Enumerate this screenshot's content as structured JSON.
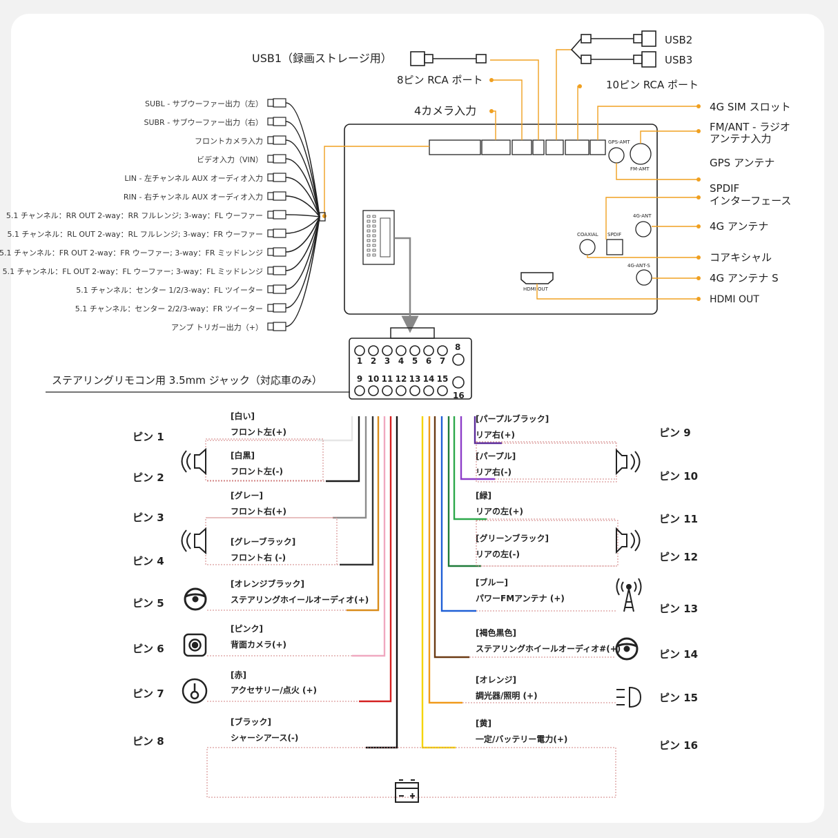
{
  "top": {
    "usb1": "USB1（録画ストレージ用）",
    "usb2": "USB2",
    "usb3": "USB3",
    "rca8": "8ピン RCA ポート",
    "rca10": "10ピン RCA ポート",
    "cam4": "4カメラ入力"
  },
  "right_labels": {
    "sim": "4G SIM スロット",
    "fm1": "FM/ANT - ラジオ",
    "fm2": "アンテナ入力",
    "gps": "GPS アンテナ",
    "spdif1": "SPDIF",
    "spdif2": "インターフェース",
    "ant4g": "4G アンテナ",
    "coax": "コアキシャル",
    "ant4gs": "4G アンテナ S",
    "hdmi": "HDMI OUT"
  },
  "unit_labels": {
    "gps_amt": "GPS-AMT",
    "fm_amt": "FM-AMT",
    "ant4g": "4G-ANT",
    "coaxial": "COAXIAL",
    "spdif": "SPDIF",
    "ant4gs": "4G-ANT-S",
    "hdmi_out": "HDMI OUT"
  },
  "left_rca": [
    "SUBL - サブウーファー出力（左）",
    "SUBR - サブウーファー出力（右）",
    "フロントカメラ入力",
    "ビデオ入力（VIN）",
    "LIN - 左チャンネル AUX オーディオ入力",
    "RIN - 右チャンネル AUX オーディオ入力",
    "5.1 チャンネル：RR OUT 2-way：RR フルレンジ; 3-way：FL ウーファー",
    "5.1 チャンネル：RL OUT 2-way：RL フルレンジ; 3-way：FR ウーファー",
    "5.1 チャンネル：FR OUT 2-way：FR ウーファー; 3-way：FR ミッドレンジ",
    "5.1 チャンネル：FL OUT 2-way：FL ウーファー; 3-way：FL ミッドレンジ",
    "5.1 チャンネル：センター 1/2/3-way：FL ツイーター",
    "5.1 チャンネル：センター 2/2/3-way：FR ツイーター",
    "アンプ トリガー出力（+）"
  ],
  "steering_jack": "ステアリングリモコン用 3.5mm ジャック（対応車のみ）",
  "connector_top_nums": [
    "1",
    "2",
    "3",
    "4",
    "5",
    "6",
    "7",
    "8"
  ],
  "connector_bot_nums": [
    "9",
    "10",
    "11",
    "12",
    "13",
    "14",
    "15",
    "16"
  ],
  "pins_left": [
    {
      "pin": "ピン 1",
      "title": "[白い]",
      "desc": "フロント左(+)",
      "color": "#e6e6e6"
    },
    {
      "pin": "ピン 2",
      "title": "[白黒]",
      "desc": "フロント左(-)",
      "color": "#1a1a1a"
    },
    {
      "pin": "ピン 3",
      "title": "[グレー]",
      "desc": "フロント右(+)",
      "color": "#8c8c8c"
    },
    {
      "pin": "ピン 4",
      "title": "[グレーブラック]",
      "desc": "フロント右 (-)",
      "color": "#333333"
    },
    {
      "pin": "ピン 5",
      "title": "[オレンジブラック]",
      "desc": "ステアリングホイールオーディオ(+)",
      "color": "#d98c1a"
    },
    {
      "pin": "ピン 6",
      "title": "[ピンク]",
      "desc": "背面カメラ(+)",
      "color": "#f0a8c0"
    },
    {
      "pin": "ピン 7",
      "title": "[赤]",
      "desc": "アクセサリー/点火 (+)",
      "color": "#d42020"
    },
    {
      "pin": "ピン 8",
      "title": "[ブラック]",
      "desc": "シャーシアース(-)",
      "color": "#111111"
    }
  ],
  "pins_right": [
    {
      "pin": "ピン 9",
      "title": "[パープルブラック]",
      "desc": "リア右(+)",
      "color": "#5a2a9a"
    },
    {
      "pin": "ピン 10",
      "title": "[パープル]",
      "desc": "リア右(-)",
      "color": "#8c3cc8"
    },
    {
      "pin": "ピン 11",
      "title": "[緑]",
      "desc": "リアの左(+)",
      "color": "#2ca84a"
    },
    {
      "pin": "ピン 12",
      "title": "[グリーンブラック]",
      "desc": "リアの左(-)",
      "color": "#1e7a38"
    },
    {
      "pin": "ピン 13",
      "title": "[ブルー]",
      "desc": "パワーFMアンテナ (+)",
      "color": "#1f5fd6"
    },
    {
      "pin": "ピン 14",
      "title": "[褐色黒色]",
      "desc": "ステアリングホイールオーディオ#(+)",
      "color": "#6b3a12"
    },
    {
      "pin": "ピン 15",
      "title": "[オレンジ]",
      "desc": "調光器/照明 (+)",
      "color": "#f09a1a"
    },
    {
      "pin": "ピン 16",
      "title": "[黄]",
      "desc": "一定/バッテリー電力(+)",
      "color": "#f5d400"
    }
  ],
  "colors": {
    "accent": "#f0a020",
    "dashed": "#d08080",
    "gray_wire": "#999999"
  },
  "icons": [
    "speaker-icon",
    "steering-wheel-icon",
    "camera-icon",
    "ignition-key-icon",
    "antenna-tower-icon",
    "light-icon",
    "battery-icon",
    "usb-plug-icon",
    "rca-plug-icon"
  ]
}
